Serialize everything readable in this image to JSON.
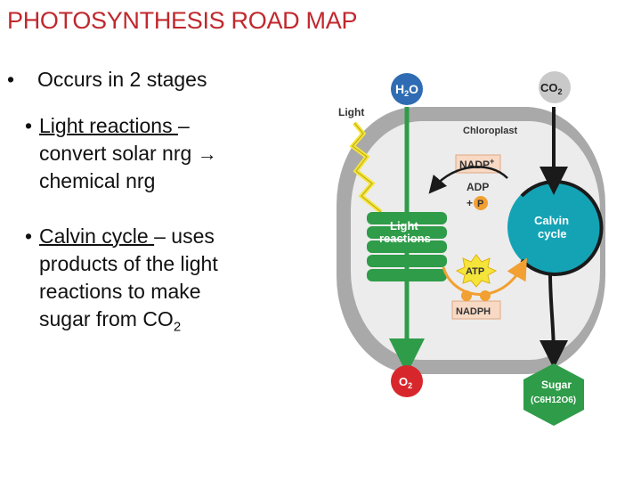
{
  "title": "PHOTOSYNTHESIS ROAD MAP",
  "bullet": "Occurs in 2 stages",
  "light": {
    "term": "Light reactions ",
    "dash": "–",
    "line2": "convert solar nrg",
    "arrow": "→",
    "line3": "chemical nrg"
  },
  "calvin": {
    "term": "Calvin cycle ",
    "dash": "– uses",
    "line2": "products of the light",
    "line3": "reactions to make",
    "line4": "sugar from CO",
    "line4_sub": "2"
  },
  "diagram": {
    "h2o": "H",
    "h2o_sub": "2",
    "h2o_end": "O",
    "co2": "CO",
    "co2_sub": "2",
    "light": "Light",
    "chloroplast": "Chloroplast",
    "nadp": "NADP",
    "nadp_sup": "+",
    "adp": "ADP",
    "plus": "+",
    "p": "P",
    "light_reactions_1": "Light",
    "light_reactions_2": "reactions",
    "calvin_1": "Calvin",
    "calvin_2": "cycle",
    "atp": "ATP",
    "nadph": "NADPH",
    "o2": "O",
    "o2_sub": "2",
    "sugar": "Sugar",
    "sugar_formula": "(C6H12O6)"
  },
  "colors": {
    "title": "#c0282d",
    "green": "#2e9c48",
    "teal": "#14a3b5",
    "red": "#d8272c",
    "blue": "#2f6cb3",
    "orange": "#f2a031",
    "yellow": "#f5e53a",
    "chloroplast_gray": "#d6d6d6"
  }
}
